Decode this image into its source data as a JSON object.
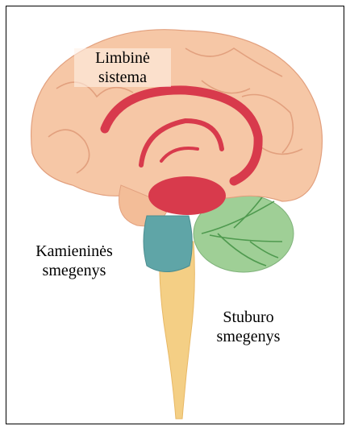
{
  "labels": {
    "limbic_line1": "Limbinė",
    "limbic_line2": "sistema",
    "brainstem_line1": "Kamieninės",
    "brainstem_line2": "smegenys",
    "spinal_line1": "Stuburo",
    "spinal_line2": "smegenys"
  },
  "colors": {
    "cerebrum": "#f6c7a6",
    "cerebrum_fold": "#e9a887",
    "limbic": "#d83a4c",
    "brainstem": "#5fa5a7",
    "cerebellum": "#9fcf96",
    "spinal_cord": "#f4cf85"
  }
}
